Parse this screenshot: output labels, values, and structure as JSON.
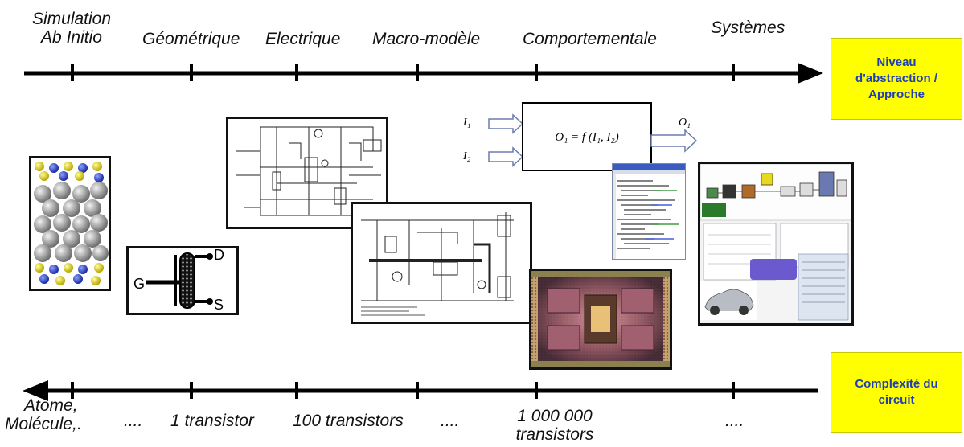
{
  "top_axis": {
    "levels": [
      {
        "line1": "Simulation",
        "line2": "Ab Initio"
      },
      {
        "line1": "Géométrique",
        "line2": ""
      },
      {
        "line1": "Electrique",
        "line2": ""
      },
      {
        "line1": "Macro-modèle",
        "line2": ""
      },
      {
        "line1": "Comportementale",
        "line2": ""
      },
      {
        "line1": "Systèmes",
        "line2": ""
      }
    ],
    "systeme_line1": "Systèmes",
    "label_box": "Niveau d'abstraction / Approche"
  },
  "bottom_axis": {
    "items": [
      {
        "line1": "Atome,",
        "line2": "Molécule,."
      },
      {
        "line1": "....",
        "line2": ""
      },
      {
        "line1": "1 transistor",
        "line2": ""
      },
      {
        "line1": "100 transistors",
        "line2": ""
      },
      {
        "line1": "....",
        "line2": ""
      },
      {
        "line1": "1 000 000",
        "line2": "transistors"
      },
      {
        "line1": "....",
        "line2": ""
      }
    ],
    "label_box": "Complexité du circuit"
  },
  "transistor": {
    "drain": "D",
    "gate": "G",
    "source": "S"
  },
  "behavior": {
    "input1": "I₁",
    "input2": "I₂",
    "output": "O₁",
    "equation": "O₁ = f (I₁, I₂)"
  },
  "colors": {
    "box_fill": "#ffff00",
    "box_text": "#1f3fb5",
    "axis": "#000000"
  }
}
